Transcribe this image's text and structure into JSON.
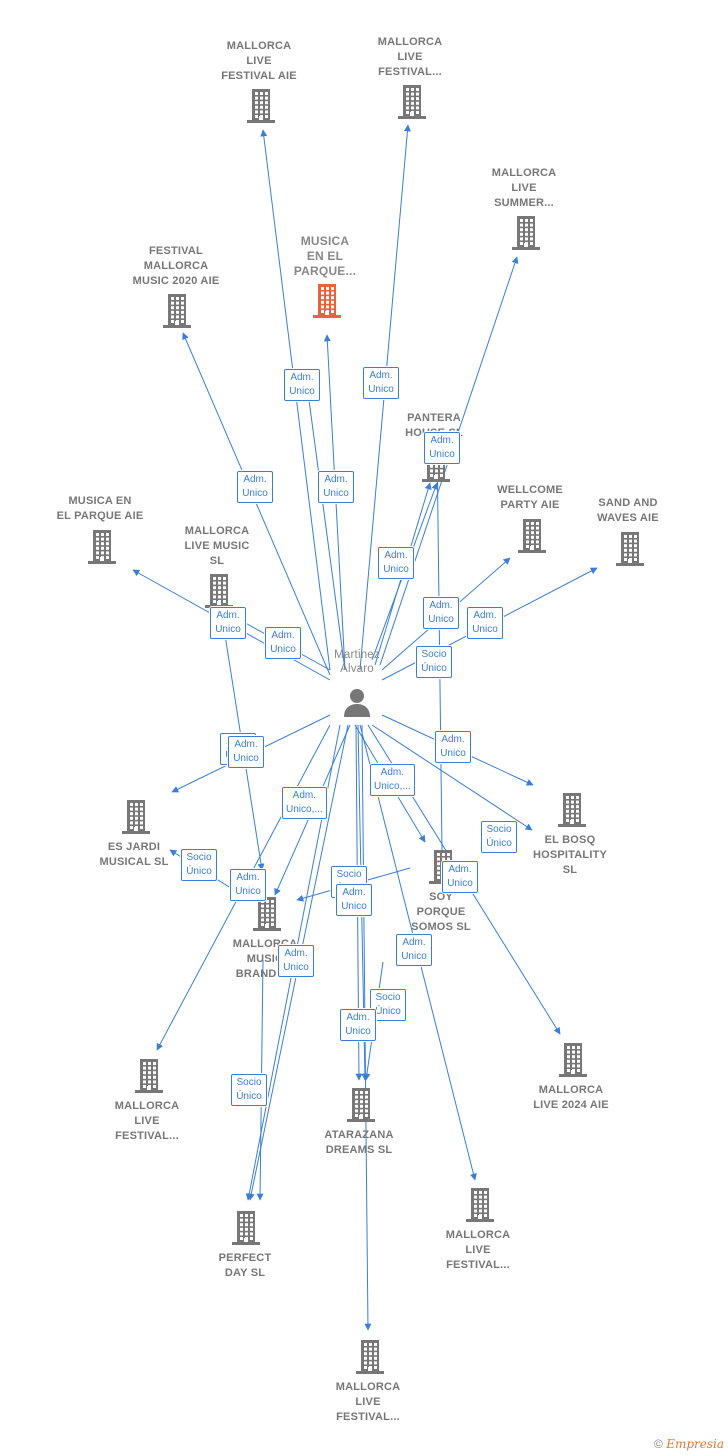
{
  "center": {
    "name": "Martinez\nAlvaro"
  },
  "colors": {
    "edge": "#3a7fd5",
    "building": "#777777",
    "building_focus": "#e8623a",
    "label": "#777777"
  },
  "nodes": [
    {
      "id": "n1",
      "label": "MALLORCA\nLIVE\nFESTIVAL AIE"
    },
    {
      "id": "n2",
      "label": "MALLORCA\nLIVE\nFESTIVAL..."
    },
    {
      "id": "n3",
      "label": "MALLORCA\nLIVE\nSUMMER..."
    },
    {
      "id": "n4",
      "label": "MUSICA\nEN EL\nPARQUE...",
      "focus": true
    },
    {
      "id": "n5",
      "label": "FESTIVAL\nMALLORCA\nMUSIC 2020 AIE"
    },
    {
      "id": "n6",
      "label": "PANTERA\nHOUSE SL"
    },
    {
      "id": "n7",
      "label": "MUSICA EN\nEL PARQUE AIE"
    },
    {
      "id": "n8",
      "label": "MALLORCA\nLIVE MUSIC\nSL"
    },
    {
      "id": "n9",
      "label": "WELLCOME\nPARTY AIE"
    },
    {
      "id": "n10",
      "label": "SAND AND\nWAVES AIE"
    },
    {
      "id": "n11",
      "label": "ES JARDI\nMUSICAL  SL"
    },
    {
      "id": "n12",
      "label": "EL BOSQ\nHOSPITALITY\nSL"
    },
    {
      "id": "n13",
      "label": "SOY\nPORQUE\nSOMOS  SL"
    },
    {
      "id": "n14",
      "label": "MALLORCA\nMUSIC\nBRAND  SL"
    },
    {
      "id": "n15",
      "label": "MALLORCA\nLIVE\nFESTIVAL..."
    },
    {
      "id": "n16",
      "label": "MALLORCA\nLIVE 2024 AIE"
    },
    {
      "id": "n17",
      "label": "ATARAZANA\nDREAMS  SL"
    },
    {
      "id": "n18",
      "label": "PERFECT\nDAY  SL"
    },
    {
      "id": "n19",
      "label": "MALLORCA\nLIVE\nFESTIVAL..."
    },
    {
      "id": "n20",
      "label": "MALLORCA\nLIVE\nFESTIVAL..."
    }
  ],
  "edge_labels": [
    {
      "id": "e1",
      "text": "Adm.\nUnico"
    },
    {
      "id": "e2",
      "text": "Adm.\nUnico"
    },
    {
      "id": "e3",
      "text": "Adm.\nUnico"
    },
    {
      "id": "e4",
      "text": "Adm.\nUnico"
    },
    {
      "id": "e5",
      "text": "Adm.\nUnico"
    },
    {
      "id": "e6",
      "text": "Adm.\nUnico"
    },
    {
      "id": "e7",
      "text": "Adm.\nUnico"
    },
    {
      "id": "e8",
      "text": "Adm.\nUnico"
    },
    {
      "id": "e9",
      "text": "Adm.\nUnico"
    },
    {
      "id": "e10",
      "text": "Adm.\nUnico"
    },
    {
      "id": "e11",
      "text": "Adm.\nUnico"
    },
    {
      "id": "e12",
      "text": "Socio\nÚnico"
    },
    {
      "id": "e13",
      "text": "Adm.\nUnico"
    },
    {
      "id": "e14",
      "text": "Adm.\nUnico"
    },
    {
      "id": "e15",
      "text": "Adm.\nUnico"
    },
    {
      "id": "e16",
      "text": "Adm.\nUnico,..."
    },
    {
      "id": "e17",
      "text": "Adm.\nUnico,..."
    },
    {
      "id": "e18",
      "text": "Socio\nÚnico"
    },
    {
      "id": "e19",
      "text": "Socio\nÚnico"
    },
    {
      "id": "e20",
      "text": "Adm.\nUnico"
    },
    {
      "id": "e21",
      "text": "Socio\nÚnico"
    },
    {
      "id": "e22",
      "text": "Adm.\nUnico"
    },
    {
      "id": "e23",
      "text": "Adm.\nUnico"
    },
    {
      "id": "e24",
      "text": "Adm.\nUnico"
    },
    {
      "id": "e25",
      "text": "Adm.\nUnico"
    },
    {
      "id": "e26",
      "text": "Socio\nÚnico"
    },
    {
      "id": "e27",
      "text": "Adm.\nUnico"
    },
    {
      "id": "e28",
      "text": "Socio\nÚnico"
    }
  ],
  "footer": {
    "copyright": "©",
    "brand": "Empresia"
  }
}
